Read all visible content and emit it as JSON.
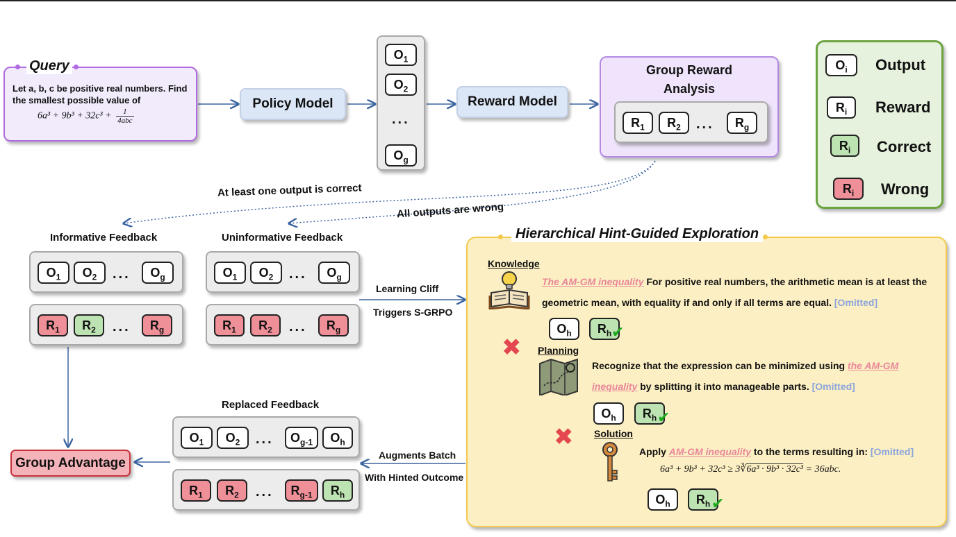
{
  "query": {
    "title": "Query",
    "text": "Let a, b, c be positive real numbers. Find the smallest possible value of",
    "math_expr": "6a³ + 9b³ + 32c³ +",
    "math_frac_num": "1",
    "math_frac_den": "4abc"
  },
  "policy_model": "Policy Model",
  "reward_model": "Reward Model",
  "outputs_column": {
    "o1": "O",
    "o1_sub": "1",
    "o2": "O",
    "o2_sub": "2",
    "dots": "...",
    "og": "O",
    "og_sub": "g"
  },
  "group_reward": {
    "title_line1": "Group Reward",
    "title_line2": "Analysis",
    "r1": "R",
    "r1_sub": "1",
    "r2": "R",
    "r2_sub": "2",
    "dots": "...",
    "rg": "R",
    "rg_sub": "g"
  },
  "legend": {
    "output_tile": "O",
    "output_sub": "i",
    "output_label": "Output",
    "reward_tile": "R",
    "reward_sub": "i",
    "reward_label": "Reward",
    "correct_tile": "R",
    "correct_sub": "i",
    "correct_label": "Correct",
    "wrong_tile": "R",
    "wrong_sub": "i",
    "wrong_label": "Wrong"
  },
  "branches": {
    "at_least_one_correct": "At least one output is correct",
    "all_wrong": "All outputs are wrong"
  },
  "informative": {
    "title": "Informative Feedback",
    "outputs": [
      {
        "main": "O",
        "sub": "1"
      },
      {
        "main": "O",
        "sub": "2"
      },
      {
        "main": "O",
        "sub": "g"
      }
    ],
    "rewards": [
      {
        "main": "R",
        "sub": "1"
      },
      {
        "main": "R",
        "sub": "2"
      },
      {
        "main": "R",
        "sub": "g"
      }
    ],
    "dots": "..."
  },
  "uninformative": {
    "title": "Uninformative Feedback",
    "outputs": [
      {
        "main": "O",
        "sub": "1"
      },
      {
        "main": "O",
        "sub": "2"
      },
      {
        "main": "O",
        "sub": "g"
      }
    ],
    "rewards": [
      {
        "main": "R",
        "sub": "1"
      },
      {
        "main": "R",
        "sub": "2"
      },
      {
        "main": "R",
        "sub": "g"
      }
    ],
    "dots": "..."
  },
  "learning_cliff": {
    "line1": "Learning  Cliff",
    "line2": "Triggers S-GRPO"
  },
  "replaced": {
    "title": "Replaced Feedback",
    "outputs": [
      {
        "main": "O",
        "sub": "1"
      },
      {
        "main": "O",
        "sub": "2"
      },
      {
        "main": "O",
        "sub": "g-1"
      },
      {
        "main": "O",
        "sub": "h"
      }
    ],
    "rewards": [
      {
        "main": "R",
        "sub": "1"
      },
      {
        "main": "R",
        "sub": "2"
      },
      {
        "main": "R",
        "sub": "g-1"
      },
      {
        "main": "R",
        "sub": "h"
      }
    ],
    "dots": "..."
  },
  "augments": {
    "line1": "Augments Batch",
    "line2": "With Hinted Outcome"
  },
  "group_advantage": "Group Advantage",
  "hhge": {
    "title": "Hierarchical Hint-Guided Exploration",
    "knowledge": {
      "label": "Knowledge",
      "hint": "The AM-GM inequality",
      "text": " For positive real numbers, the arithmetic mean is at least the geometric mean, with equality if and only if all terms are equal. ",
      "omitted": "[Omitted]"
    },
    "planning": {
      "label": "Planning",
      "pre": "Recognize that the expression can be minimized using ",
      "hint": "the AM-GM inequality",
      "post": " by splitting it into manageable parts. ",
      "omitted": "[Omitted]"
    },
    "solution": {
      "label": "Solution",
      "pre": "Apply ",
      "hint": "AM-GM inequality",
      "post": " to the terms resulting in: ",
      "omitted": "[Omitted]",
      "math_left": "6a³ + 9b³ + 32c³ ≥ 3",
      "math_root": "6a³ · 9b³ · 32c³",
      "math_right": " = 36abc."
    },
    "oh": "O",
    "oh_sub": "h",
    "rh": "R",
    "rh_sub": "h",
    "check": "✔",
    "cross": "✖"
  },
  "colors": {
    "arrow": "#3a64a0",
    "wrong": "#ef8f98",
    "correct": "#bde3b2",
    "hint": "#e9879a",
    "omitted": "#8aa4dc"
  }
}
